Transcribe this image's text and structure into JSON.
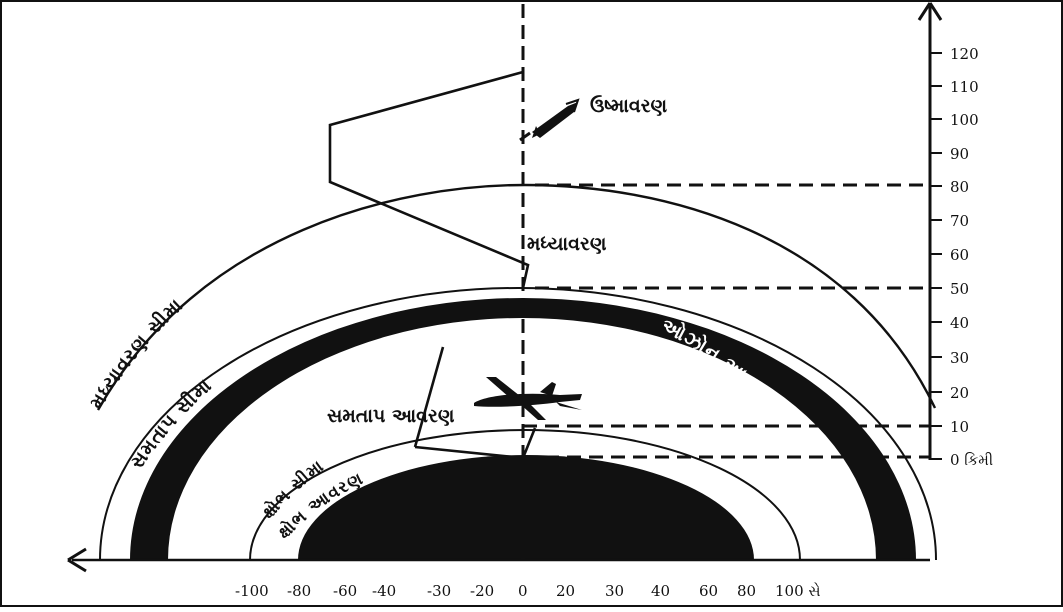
{
  "axis": {
    "ticks": [
      "120",
      "110",
      "100",
      "90",
      "80",
      "70",
      "60",
      "50",
      "40",
      "30",
      "20",
      "10",
      "0 કિમી"
    ],
    "bottom_ticks": [
      "-100",
      "-80",
      "-60",
      "-40",
      "-30",
      "-20",
      "0",
      "20",
      "30",
      "40",
      "60",
      "80",
      "100 સે"
    ]
  },
  "labels": {
    "thermosphere": "ઉષ્માવરણ",
    "mesosphere": "મધ્યાવરણ",
    "stratosphere": "સમતાપ આવરણ",
    "ozone": "ઓઝોન આવરણ",
    "mesopause": "મધ્યાવરણ સીમા",
    "stratopause": "સમતાપ સીમા",
    "tropopause": "ક્ષોભ સીમા",
    "troposphere": "ક્ષોભ આવરણ"
  },
  "icons": [
    "rocket-icon",
    "airplane-icon"
  ],
  "colors": {
    "ink": "#111111",
    "ozone_band": "#111111",
    "background": "#ffffff"
  }
}
